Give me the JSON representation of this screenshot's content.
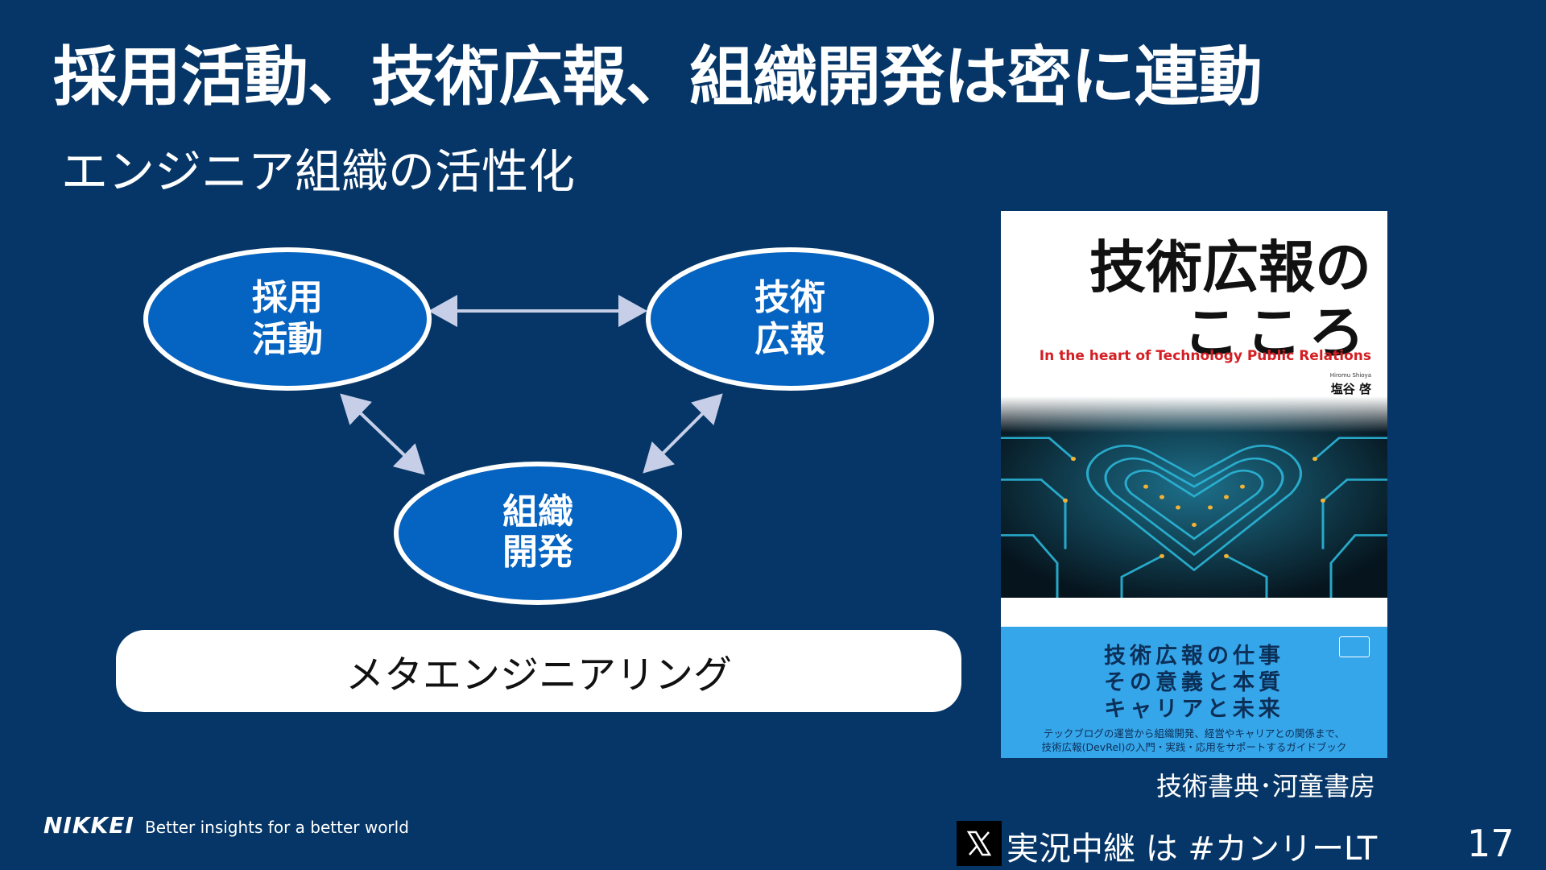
{
  "slide": {
    "title": "採用活動、技術広報、組織開発は密に連動",
    "subtitle": "エンジニア組織の活性化",
    "page_number": "17"
  },
  "diagram": {
    "nodes": [
      {
        "line1": "採用",
        "line2": "活動"
      },
      {
        "line1": "技術",
        "line2": "広報"
      },
      {
        "line1": "組織",
        "line2": "開発"
      }
    ],
    "foundation_label": "メタエンジニアリング"
  },
  "book": {
    "title_line1": "技術広報の",
    "title_line2": "こころ",
    "english_title": "In the heart of Technology Public Relations",
    "author_romaji": "Hiromu Shioya",
    "author": "塩谷 啓",
    "band_lines": [
      "技術広報の仕事",
      "その意義と本質",
      "キャリアと未来"
    ],
    "band_small_lines": [
      "テックブログの運営から組織開発、経営やキャリアとの関係まで、",
      "技術広報(DevRel)の入門・実践・応用をサポートするガイドブック"
    ],
    "caption": "技術書典･河童書房"
  },
  "footer": {
    "logo": "NIKKEI",
    "tagline": "Better insights for a better world",
    "x_text": "実況中継 は #カンリーLT"
  },
  "colors": {
    "background": "#053667",
    "node_fill": "#0563c1",
    "arrow": "#c7cfe8",
    "book_band": "#36a6ea",
    "book_red": "#d31f23"
  }
}
